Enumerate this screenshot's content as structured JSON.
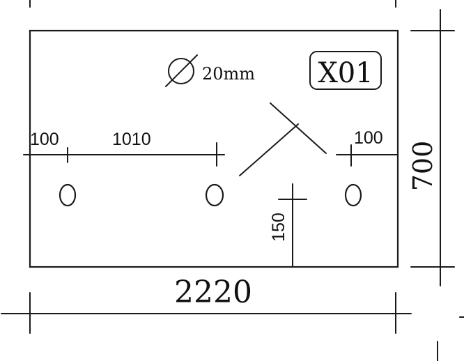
{
  "drawing": {
    "panel_id": "X01",
    "hole_diameter": "20mm",
    "diameter_symbol": "∅",
    "dimensions": {
      "overall_width": "2220",
      "overall_height": "700",
      "left_edge_offset": "100",
      "hole_spacing": "1010",
      "right_edge_offset": "100",
      "hole_height_from_bottom": "150"
    }
  }
}
